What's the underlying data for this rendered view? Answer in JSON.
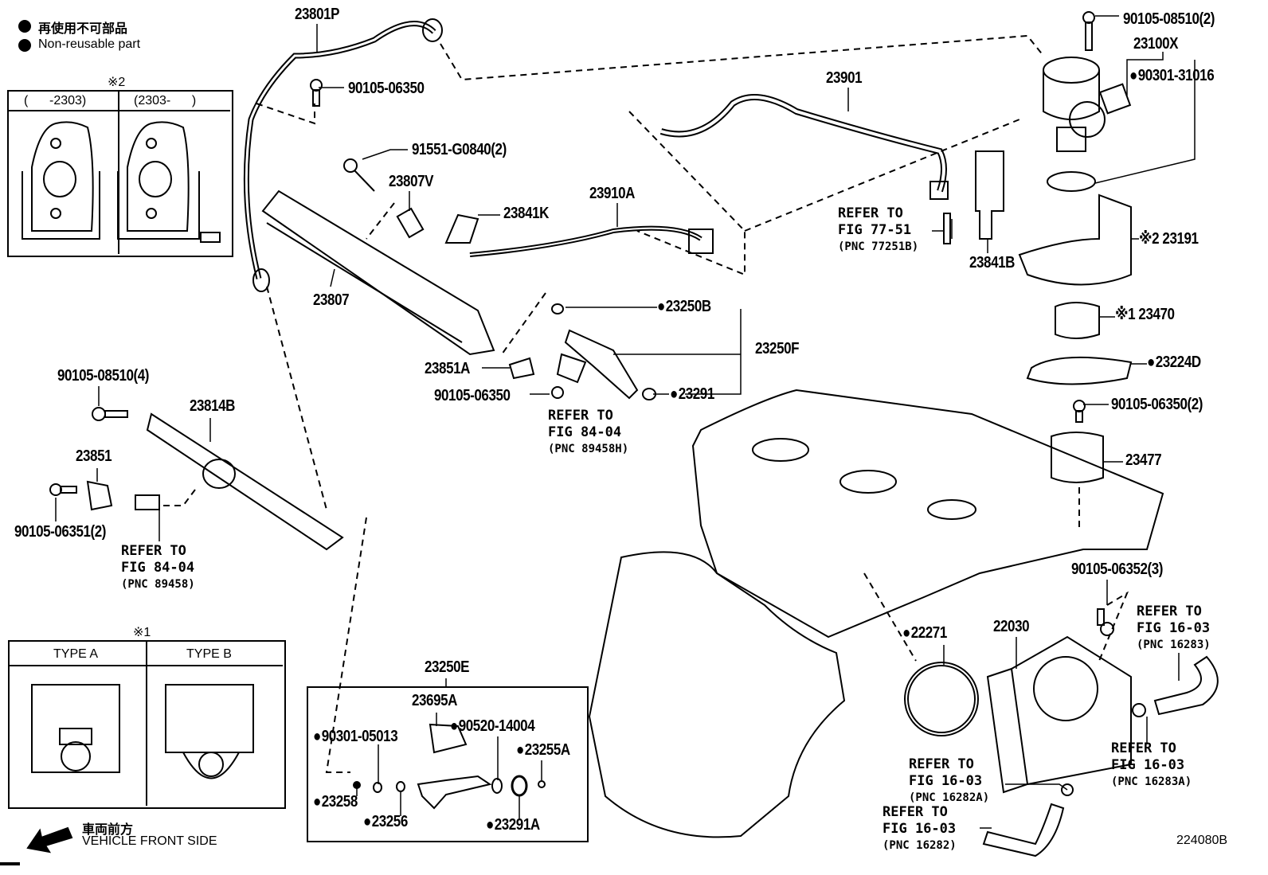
{
  "legend": {
    "jp": "再使用不可部品",
    "en": "Non-reusable part"
  },
  "gasket_box": {
    "mark": "※2",
    "col_a": "(      -2303)",
    "col_b": "(2303-      )"
  },
  "type_box": {
    "mark": "※1",
    "type_a": "TYPE A",
    "type_b": "TYPE B"
  },
  "kit_box": {
    "title": "23250E"
  },
  "parts": {
    "p23801P": "23801P",
    "p90105_06350_a": "90105-06350",
    "p91551": "91551-G0840(2)",
    "p23807V": "23807V",
    "p23841K": "23841K",
    "p23910A": "23910A",
    "p23807": "23807",
    "p23901": "23901",
    "p90105_08510_2": "90105-08510(2)",
    "p23100X": "23100X",
    "p90301_31016": "90301-31016",
    "p23841B": "23841B",
    "p23191": "※2 23191",
    "p23250B": "23250B",
    "p23250F": "23250F",
    "p23851A": "23851A",
    "p90105_06350_b": "90105-06350",
    "p23291": "23291",
    "p23470": "※1 23470",
    "p23224D": "23224D",
    "p90105_06350_2": "90105-06350(2)",
    "p23477": "23477",
    "p90105_08510_4": "90105-08510(4)",
    "p23814B": "23814B",
    "p23851": "23851",
    "p90105_06351": "90105-06351(2)",
    "p90105_06352": "90105-06352(3)",
    "p22271": "22271",
    "p22030": "22030",
    "p23695A": "23695A",
    "p90301_05013": "90301-05013",
    "p90520_14004": "90520-14004",
    "p23255A": "23255A",
    "p23258": "23258",
    "p23256": "23256",
    "p23291A": "23291A"
  },
  "refs": {
    "r77": {
      "line1": "REFER TO",
      "line2": "FIG 77-51",
      "pnc": "(PNC 77251B)"
    },
    "r8404h": {
      "line1": "REFER TO",
      "line2": "FIG 84-04",
      "pnc": "(PNC 89458H)"
    },
    "r8404": {
      "line1": "REFER TO",
      "line2": "FIG 84-04",
      "pnc": "(PNC 89458)"
    },
    "r16283": {
      "line1": "REFER TO",
      "line2": "FIG 16-03",
      "pnc": "(PNC 16283)"
    },
    "r16283A": {
      "line1": "REFER TO",
      "line2": "FIG 16-03",
      "pnc": "(PNC 16283A)"
    },
    "r16282A": {
      "line1": "REFER TO",
      "line2": "FIG 16-03",
      "pnc": "(PNC 16282A)"
    },
    "r16282": {
      "line1": "REFER TO",
      "line2": "FIG 16-03",
      "pnc": "(PNC 16282)"
    }
  },
  "front": {
    "jp": "車両前方",
    "en": "VEHICLE FRONT SIDE",
    "icon": "arrow-left-down-icon"
  },
  "figure_id": "224080B"
}
